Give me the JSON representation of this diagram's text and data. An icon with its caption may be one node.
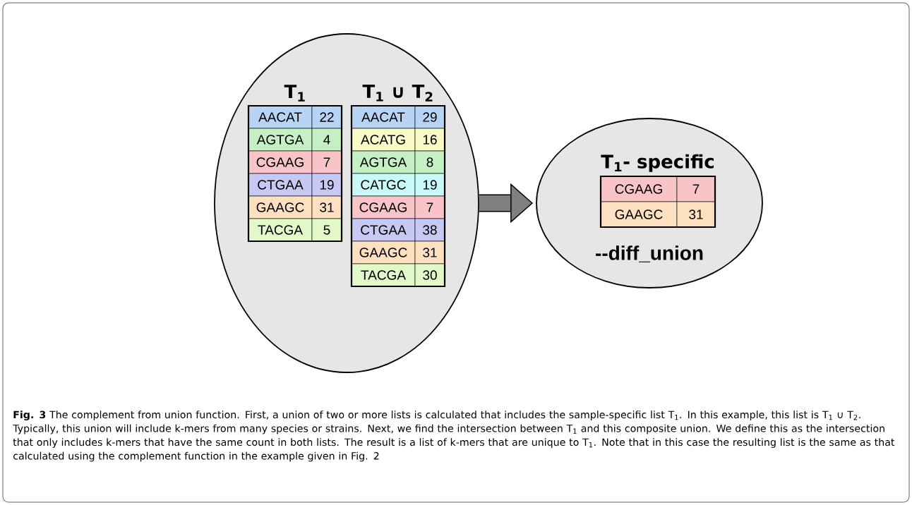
{
  "diagram": {
    "caption": "**Fig. 3** The complement from union function. First, a union of two or more lists is calculated that includes the sample-specific list T$_{1}$. In this example, this list is T$_{1}$ ∪ T$_{2}$. Typically, this union will include k-mers from many species or strains. Next, we find the intersection between T$_{1}$ and this composite union. We define this as the intersection that only includes k-mers that have the same count in both lists. The result is a list of k-mers that are unique to T$_{1}$. Note that in this case the resulting list is the same as that calculated using the complement function in the example given in Fig. 2",
    "nodes": [
      {
        "text": [],
        "shape": "ellipse"
      },
      {
        "text": [
          "T$_{1}$",
          "AACAT",
          "22",
          "AGTGA",
          "4",
          "CGAAG",
          "7",
          "CTGAA",
          "19",
          "GAAGC",
          "31",
          "TACGA",
          "5"
        ],
        "in": 0
      },
      {
        "text": [
          "T$_{1}$ ∪ T$_{2}$",
          "AACAT",
          "29",
          "ACATG",
          "16",
          "AGTGA",
          "8",
          "CATGC",
          "19",
          "CGAAG",
          "7",
          "CTGAA",
          "38",
          "GAAGC",
          "31",
          "TACGA",
          "30"
        ],
        "in": 0
      },
      {
        "text": [
          "--diff_union"
        ]
      },
      {
        "text": [
          "T$_{1}$- specific",
          "CGAAG",
          "7",
          "GAAGC",
          "31"
        ],
        "in": 3
      }
    ],
    "edges": [
      {
        "from": 0,
        "to": 3,
        "arrow": "to"
      }
    ]
  }
}
